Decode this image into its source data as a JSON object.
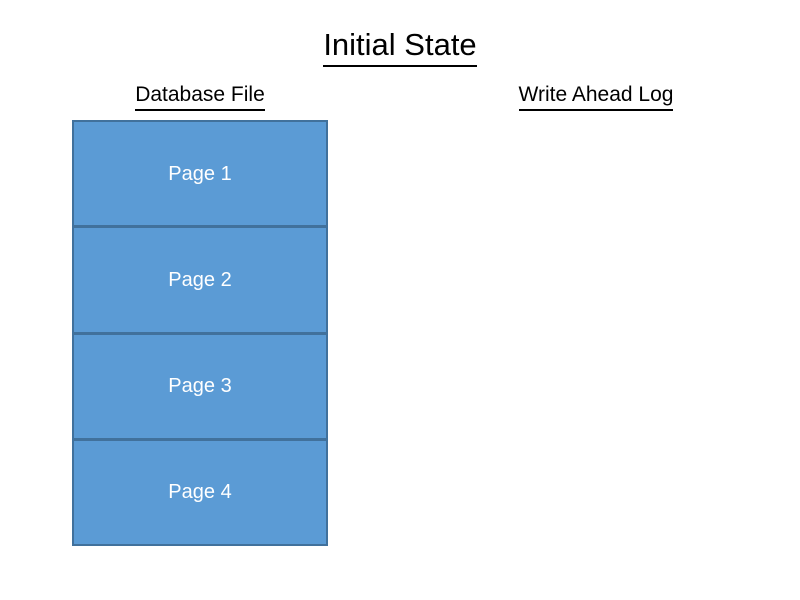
{
  "slide": {
    "title": "Initial State",
    "background_color": "#FFFFFF",
    "text_color": "#000000"
  },
  "columns": {
    "database_file": {
      "header": "Database File",
      "pages": [
        {
          "label": "Page 1"
        },
        {
          "label": "Page 2"
        },
        {
          "label": "Page 3"
        },
        {
          "label": "Page 4"
        }
      ]
    },
    "write_ahead_log": {
      "header": "Write Ahead Log",
      "entries": []
    }
  },
  "style": {
    "page_fill": "#5B9BD5",
    "page_border": "#41719C",
    "page_label_color": "#FFFFFF"
  }
}
